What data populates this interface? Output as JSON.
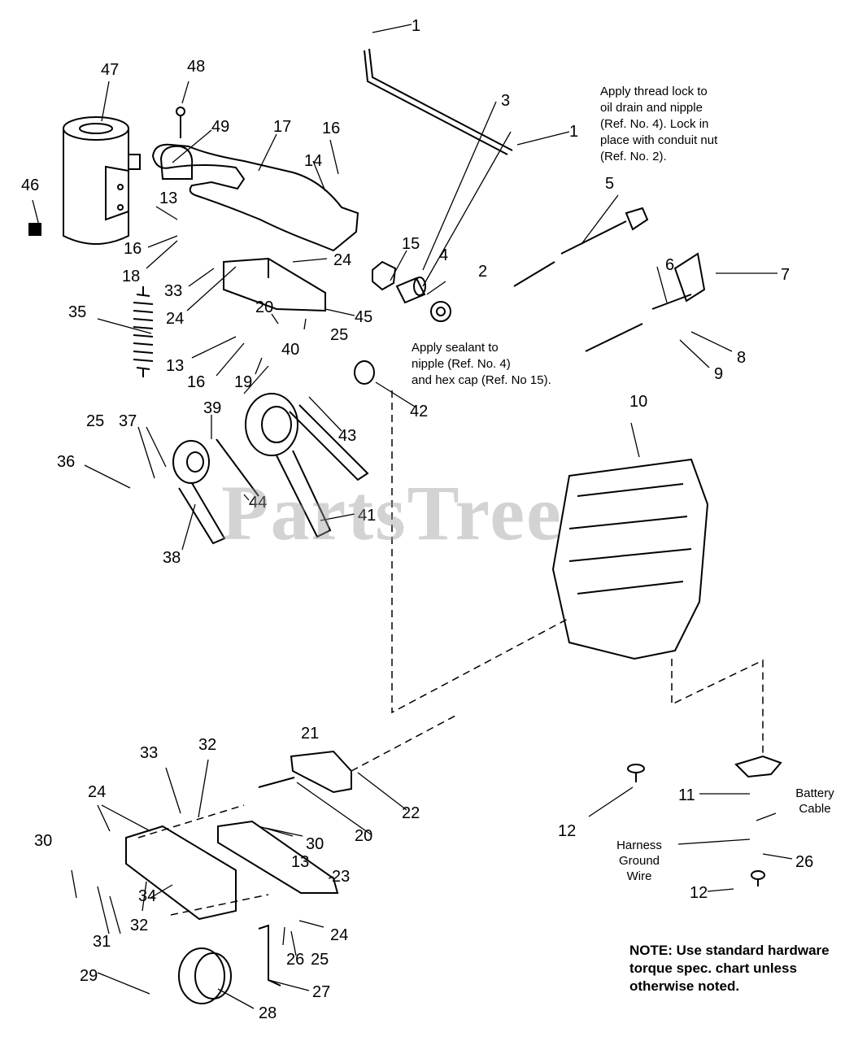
{
  "watermark": "PartsTree",
  "notes": {
    "thread_lock": "Apply thread lock to\noil drain and nipple\n(Ref. No. 4). Lock in\nplace with conduit nut\n(Ref. No. 2).",
    "sealant": "Apply sealant to\nnipple (Ref. No. 4)\nand hex cap (Ref. No 15).",
    "hardware": "NOTE: Use standard hardware\ntorque spec. chart unless\notherwise noted."
  },
  "side_labels": {
    "battery": "Battery\nCable",
    "harness": "Harness\nGround\nWire"
  },
  "callouts": [
    {
      "id": "c1a",
      "text": "1"
    },
    {
      "id": "c1b",
      "text": "1"
    },
    {
      "id": "c2",
      "text": "2"
    },
    {
      "id": "c3",
      "text": "3"
    },
    {
      "id": "c4",
      "text": "4"
    },
    {
      "id": "c5",
      "text": "5"
    },
    {
      "id": "c6",
      "text": "6"
    },
    {
      "id": "c7",
      "text": "7"
    },
    {
      "id": "c8",
      "text": "8"
    },
    {
      "id": "c9",
      "text": "9"
    },
    {
      "id": "c10",
      "text": "10"
    },
    {
      "id": "c11",
      "text": "11"
    },
    {
      "id": "c12a",
      "text": "12"
    },
    {
      "id": "c12b",
      "text": "12"
    },
    {
      "id": "c13a",
      "text": "13"
    },
    {
      "id": "c13b",
      "text": "13"
    },
    {
      "id": "c13c",
      "text": "13"
    },
    {
      "id": "c14",
      "text": "14"
    },
    {
      "id": "c15",
      "text": "15"
    },
    {
      "id": "c16a",
      "text": "16"
    },
    {
      "id": "c16b",
      "text": "16"
    },
    {
      "id": "c16c",
      "text": "16"
    },
    {
      "id": "c17",
      "text": "17"
    },
    {
      "id": "c18",
      "text": "18"
    },
    {
      "id": "c19",
      "text": "19"
    },
    {
      "id": "c20a",
      "text": "20"
    },
    {
      "id": "c20b",
      "text": "20"
    },
    {
      "id": "c21",
      "text": "21"
    },
    {
      "id": "c22",
      "text": "22"
    },
    {
      "id": "c23",
      "text": "23"
    },
    {
      "id": "c24a",
      "text": "24"
    },
    {
      "id": "c24b",
      "text": "24"
    },
    {
      "id": "c24c",
      "text": "24"
    },
    {
      "id": "c24d",
      "text": "24"
    },
    {
      "id": "c25a",
      "text": "25"
    },
    {
      "id": "c25b",
      "text": "25"
    },
    {
      "id": "c25c",
      "text": "25"
    },
    {
      "id": "c26a",
      "text": "26"
    },
    {
      "id": "c26b",
      "text": "26"
    },
    {
      "id": "c27",
      "text": "27"
    },
    {
      "id": "c28",
      "text": "28"
    },
    {
      "id": "c29",
      "text": "29"
    },
    {
      "id": "c30a",
      "text": "30"
    },
    {
      "id": "c30b",
      "text": "30"
    },
    {
      "id": "c31",
      "text": "31"
    },
    {
      "id": "c32a",
      "text": "32"
    },
    {
      "id": "c32b",
      "text": "32"
    },
    {
      "id": "c33a",
      "text": "33"
    },
    {
      "id": "c33b",
      "text": "33"
    },
    {
      "id": "c34",
      "text": "34"
    },
    {
      "id": "c35",
      "text": "35"
    },
    {
      "id": "c36",
      "text": "36"
    },
    {
      "id": "c37",
      "text": "37"
    },
    {
      "id": "c38",
      "text": "38"
    },
    {
      "id": "c39",
      "text": "39"
    },
    {
      "id": "c40",
      "text": "40"
    },
    {
      "id": "c41",
      "text": "41"
    },
    {
      "id": "c42",
      "text": "42"
    },
    {
      "id": "c43",
      "text": "43"
    },
    {
      "id": "c44",
      "text": "44"
    },
    {
      "id": "c45",
      "text": "45"
    },
    {
      "id": "c46",
      "text": "46"
    },
    {
      "id": "c47",
      "text": "47"
    },
    {
      "id": "c48",
      "text": "48"
    },
    {
      "id": "c49",
      "text": "49"
    }
  ]
}
